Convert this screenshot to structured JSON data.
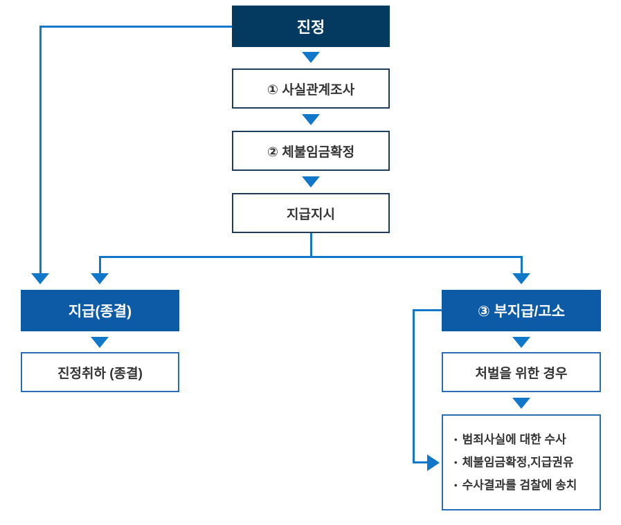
{
  "nodes": {
    "petition": "진정",
    "step1": "① 사실관계조사",
    "step2": "② 체불임금확정",
    "step3": "지급지시",
    "payment_header": "지급(종결)",
    "withdrawal": "진정취하 (종결)",
    "nonpayment_header": "③ 부지급/고소",
    "punishment_case": "처벌을 위한 경우",
    "bullet_char": "•",
    "investigation_items": [
      "범죄사실에 대한 수사",
      "체불임금확정,지급권유",
      "수사결과를 검찰에 송치"
    ]
  },
  "colors": {
    "dark_navy": "#053a60",
    "primary_blue": "#0d5aa7",
    "connector_blue": "#1177c9",
    "step_border": "#1e3c5a",
    "result_border": "#2a6cb4",
    "text_dark": "#333333",
    "text_white": "#ffffff",
    "background": "#ffffff"
  }
}
